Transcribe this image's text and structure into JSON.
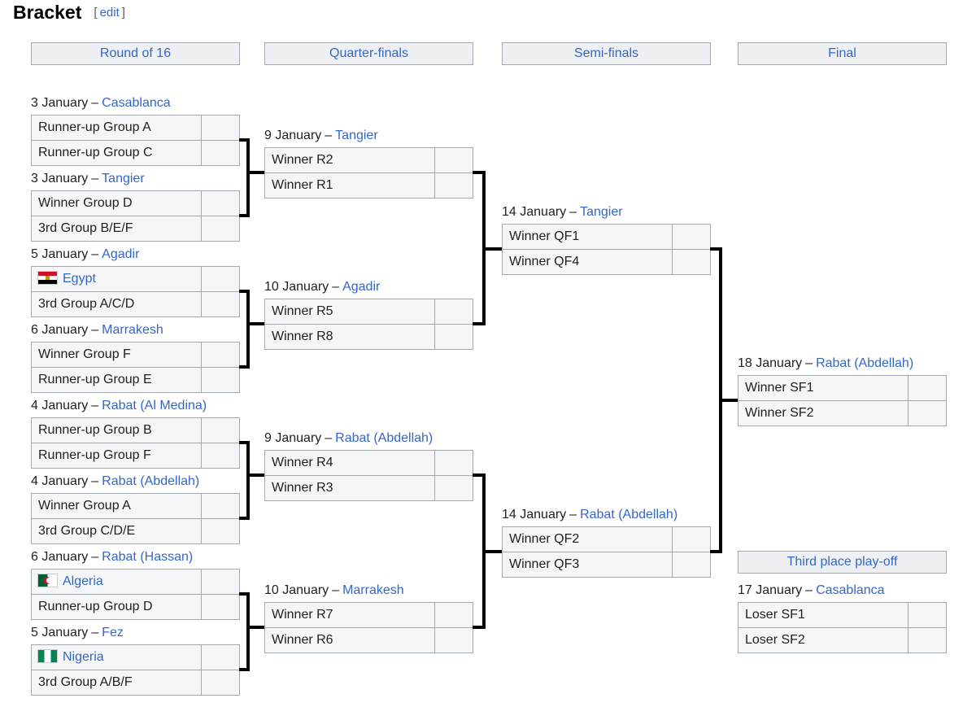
{
  "title": "Bracket",
  "edit": {
    "open": "[",
    "label": "edit",
    "close": "]"
  },
  "dash": "–",
  "round_headers": {
    "r16": "Round of 16",
    "qf": "Quarter-finals",
    "sf": "Semi-finals",
    "final": "Final",
    "third": "Third place play-off"
  },
  "matches": {
    "r16_1": {
      "date": "3 January",
      "venue": "Casablanca",
      "team1": "Runner-up Group A",
      "team2": "Runner-up Group C",
      "score1": "",
      "score2": ""
    },
    "r16_2": {
      "date": "3 January",
      "venue": "Tangier",
      "team1": "Winner Group D",
      "team2": "3rd Group B/E/F",
      "score1": "",
      "score2": ""
    },
    "r16_3": {
      "date": "5 January",
      "venue": "Agadir",
      "team1": "Egypt",
      "team1_flag": "egypt",
      "team2": "3rd Group A/C/D",
      "score1": "",
      "score2": ""
    },
    "r16_4": {
      "date": "6 January",
      "venue": "Marrakesh",
      "team1": "Winner Group F",
      "team2": "Runner-up Group E",
      "score1": "",
      "score2": ""
    },
    "r16_5": {
      "date": "4 January",
      "venue": "Rabat (Al Medina)",
      "team1": "Runner-up Group B",
      "team2": "Runner-up Group F",
      "score1": "",
      "score2": ""
    },
    "r16_6": {
      "date": "4 January",
      "venue": "Rabat (Abdellah)",
      "team1": "Winner Group A",
      "team2": "3rd Group C/D/E",
      "score1": "",
      "score2": ""
    },
    "r16_7": {
      "date": "6 January",
      "venue": "Rabat (Hassan)",
      "team1": "Algeria",
      "team1_flag": "algeria",
      "team2": "Runner-up Group D",
      "score1": "",
      "score2": ""
    },
    "r16_8": {
      "date": "5 January",
      "venue": "Fez",
      "team1": "Nigeria",
      "team1_flag": "nigeria",
      "team2": "3rd Group A/B/F",
      "score1": "",
      "score2": ""
    },
    "qf1": {
      "date": "9 January",
      "venue": "Tangier",
      "team1": "Winner R2",
      "team2": "Winner R1",
      "score1": "",
      "score2": ""
    },
    "qf2": {
      "date": "10 January",
      "venue": "Agadir",
      "team1": "Winner R5",
      "team2": "Winner R8",
      "score1": "",
      "score2": ""
    },
    "qf3": {
      "date": "9 January",
      "venue": "Rabat (Abdellah)",
      "team1": "Winner R4",
      "team2": "Winner R3",
      "score1": "",
      "score2": ""
    },
    "qf4": {
      "date": "10 January",
      "venue": "Marrakesh",
      "team1": "Winner R7",
      "team2": "Winner R6",
      "score1": "",
      "score2": ""
    },
    "sf1": {
      "date": "14 January",
      "venue": "Tangier",
      "team1": "Winner QF1",
      "team2": "Winner QF4",
      "score1": "",
      "score2": ""
    },
    "sf2": {
      "date": "14 January",
      "venue": "Rabat (Abdellah)",
      "team1": "Winner QF2",
      "team2": "Winner QF3",
      "score1": "",
      "score2": ""
    },
    "final": {
      "date": "18 January",
      "venue": "Rabat (Abdellah)",
      "team1": "Winner SF1",
      "team2": "Winner SF2",
      "score1": "",
      "score2": ""
    },
    "third": {
      "date": "17 January",
      "venue": "Casablanca",
      "team1": "Loser SF1",
      "team2": "Loser SF2",
      "score1": "",
      "score2": ""
    }
  },
  "colors": {
    "link": "#3366cc",
    "connector": "#000000",
    "cell_bg": "#f5f6f7",
    "border": "#a2a9b1"
  }
}
